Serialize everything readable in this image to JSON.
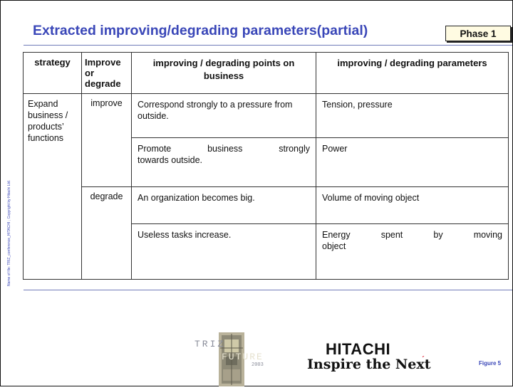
{
  "slide": {
    "title": "Extracted improving/degrading parameters(partial)",
    "phase_label": "Phase 1",
    "side_note": "Name of file: TRIZ_conference_HITACHI ; Copyright by Hitachi Ltd.",
    "figure_label": "Figure 5"
  },
  "table": {
    "headers": {
      "strategy": "strategy",
      "improve_degrade": "Improve or degrade",
      "points": "improving / degrading points on business",
      "parameters": "improving / degrading parameters"
    },
    "strategy_cell": "Expand business / products’ functions",
    "groups": [
      {
        "type": "improve"
      },
      {
        "type": "degrade"
      }
    ],
    "rows": [
      {
        "point": "Correspond strongly to a pressure from outside.",
        "parameter": "Tension, pressure"
      },
      {
        "point_line1_words": [
          "Promote",
          "business",
          "strongly"
        ],
        "point_line2": "towards outside.",
        "parameter": "Power"
      },
      {
        "point": "An organization becomes big.",
        "parameter": "Volume of moving object"
      },
      {
        "point": "Useless tasks increase.",
        "parameter_line1_words": [
          "Energy",
          "spent",
          "by",
          "moving"
        ],
        "parameter_line2": "object"
      }
    ]
  },
  "footer": {
    "logo_text_1": "TRIZ",
    "logo_text_2": "FUTURE",
    "logo_year": "2003",
    "brand": "HITACHI",
    "tagline": "Inspire the Next"
  },
  "colors": {
    "title": "#3a47b8",
    "rule": "#6f7ab8",
    "phase_bg": "#fffbe2",
    "accent_red": "#d22233"
  }
}
